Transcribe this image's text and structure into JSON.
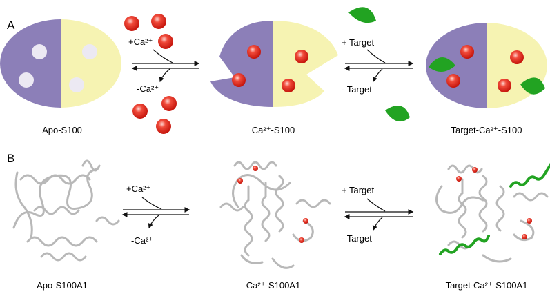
{
  "panels": [
    {
      "label": "A",
      "states": [
        "Apo-S100",
        "Ca²⁺-S100",
        "Target-Ca²⁺-S100"
      ],
      "steps": [
        {
          "forward": "+Ca²⁺",
          "reverse": "-Ca²⁺"
        },
        {
          "forward": "+ Target",
          "reverse": "- Target"
        }
      ]
    },
    {
      "label": "B",
      "states": [
        "Apo-S100A1",
        "Ca²⁺-S100A1",
        "Target-Ca²⁺-S100A1"
      ],
      "steps": [
        {
          "forward": "+Ca²⁺",
          "reverse": "-Ca²⁺"
        },
        {
          "forward": "+ Target",
          "reverse": "- Target"
        }
      ]
    }
  ],
  "colors": {
    "left_half": "#8c7fb8",
    "right_half": "#f6f3b2",
    "calcium": "#e8281c",
    "target": "#22a322",
    "empty_site": "#ece9f3",
    "ribbon": "#b8b8b8"
  }
}
